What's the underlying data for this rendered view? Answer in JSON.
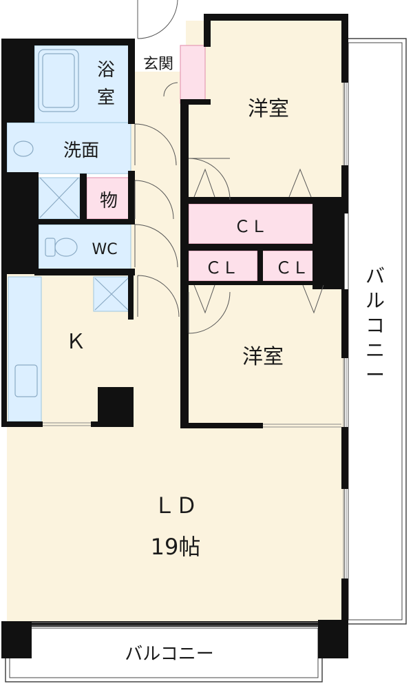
{
  "rooms": {
    "bath": [
      "浴",
      "室"
    ],
    "washroom": "洗面",
    "storage": "物",
    "toilet": "WC",
    "entrance": "玄関",
    "western_north": "洋室",
    "western_south": "洋室",
    "closet_1": "ＣＬ",
    "closet_2": "ＣＬ",
    "closet_3": "ＣＬ",
    "kitchen": "Ｋ",
    "ld_name": "ＬＤ",
    "ld_size": "19帖"
  },
  "balconies": {
    "east": [
      "バ",
      "ル",
      "コ",
      "ニ",
      "ー"
    ],
    "south": "バルコニー"
  },
  "colors": {
    "floor": "#fbf3de",
    "wet_area": "#dcefff",
    "closet": "#fde0ea",
    "wall": "#111111"
  }
}
